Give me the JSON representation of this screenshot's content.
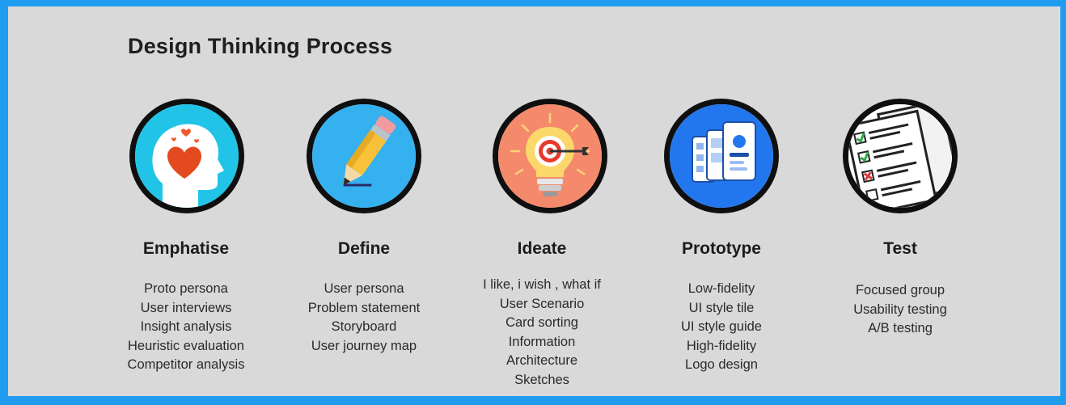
{
  "title": "Design Thinking Process",
  "stages": [
    {
      "name": "Emphatise",
      "icon": "head-heart-icon",
      "items": [
        "Proto persona",
        "User interviews",
        "Insight analysis",
        "Heuristic evaluation",
        "Competitor analysis"
      ]
    },
    {
      "name": "Define",
      "icon": "pencil-icon",
      "items": [
        "User persona",
        "Problem statement",
        "Storyboard",
        "User journey map"
      ]
    },
    {
      "name": "Ideate",
      "icon": "lightbulb-target-icon",
      "items": [
        "I like, i wish , what if",
        "User Scenario",
        "Card sorting",
        "Information",
        "Architecture",
        "Sketches"
      ]
    },
    {
      "name": "Prototype",
      "icon": "wireframe-screens-icon",
      "items": [
        "Low-fidelity",
        "UI style tile",
        "UI style guide",
        "High-fidelity",
        "Logo design"
      ]
    },
    {
      "name": "Test",
      "icon": "checklist-icon",
      "items": [
        "Focused group",
        "Usability testing",
        "A/B testing"
      ]
    }
  ]
}
